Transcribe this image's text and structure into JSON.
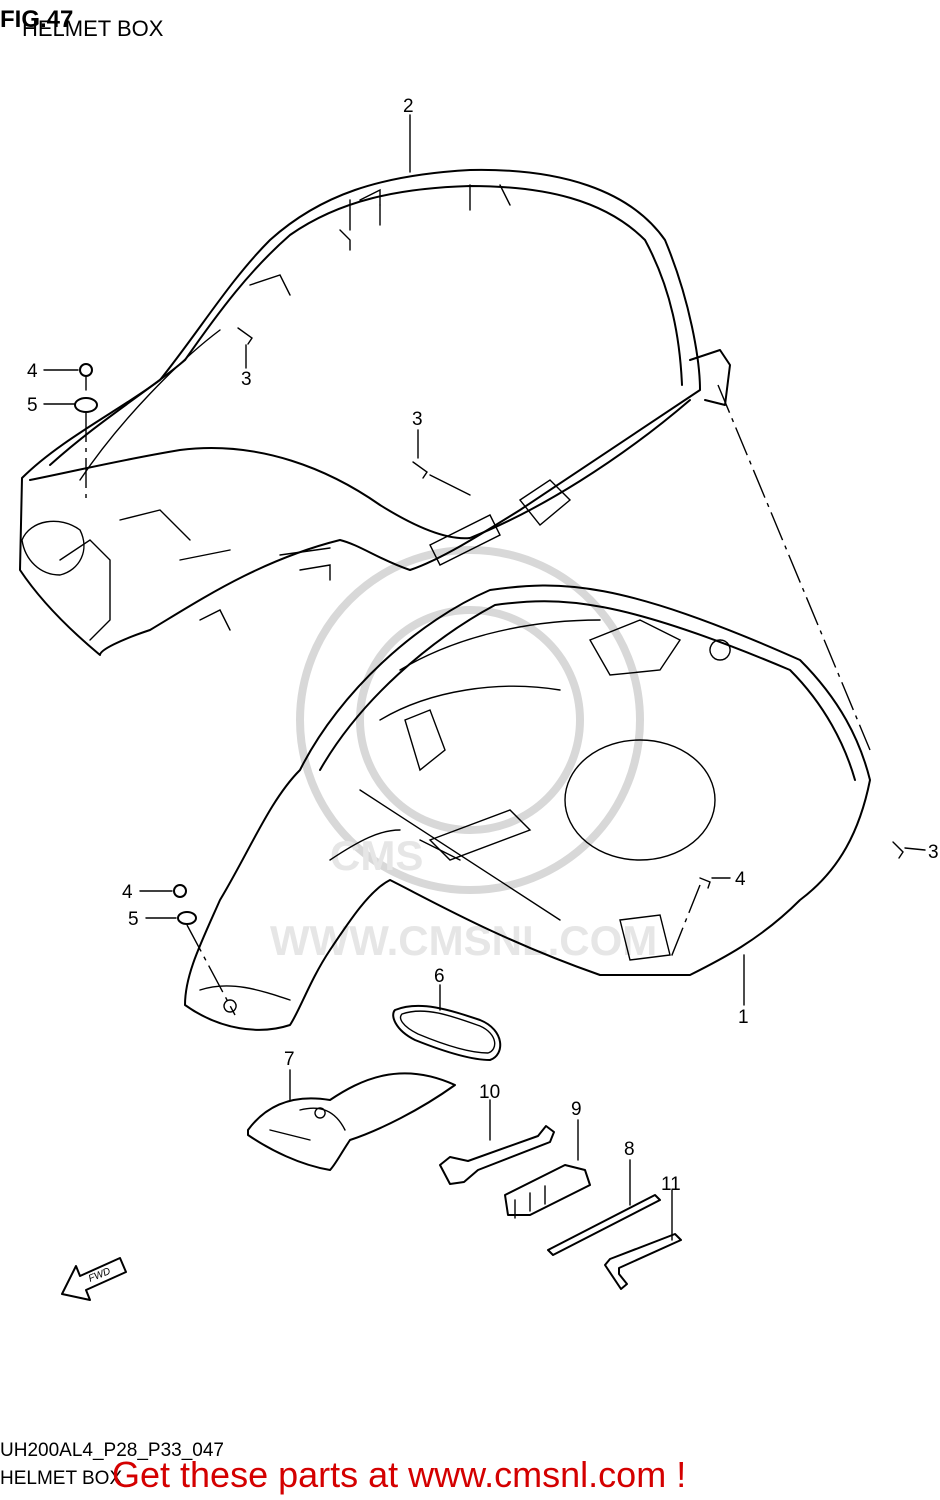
{
  "header": {
    "fig_label": "FIG.47",
    "title": "HELMET BOX"
  },
  "footer": {
    "model_code": "UH200AL4_P28_P33_047",
    "title": "HELMET BOX",
    "cta": "Get these parts at www.cmsnl.com !"
  },
  "watermark": {
    "text": "WWW.CMSNL.COM",
    "logo": "CMS"
  },
  "direction": {
    "label": "FWD",
    "icon": "fwd-arrow-icon"
  },
  "callouts": [
    {
      "num": "2"
    },
    {
      "num": "3"
    },
    {
      "num": "4"
    },
    {
      "num": "5"
    },
    {
      "num": "3"
    },
    {
      "num": "3"
    },
    {
      "num": "4"
    },
    {
      "num": "4"
    },
    {
      "num": "5"
    },
    {
      "num": "6"
    },
    {
      "num": "1"
    },
    {
      "num": "7"
    },
    {
      "num": "10"
    },
    {
      "num": "9"
    },
    {
      "num": "8"
    },
    {
      "num": "11"
    }
  ]
}
